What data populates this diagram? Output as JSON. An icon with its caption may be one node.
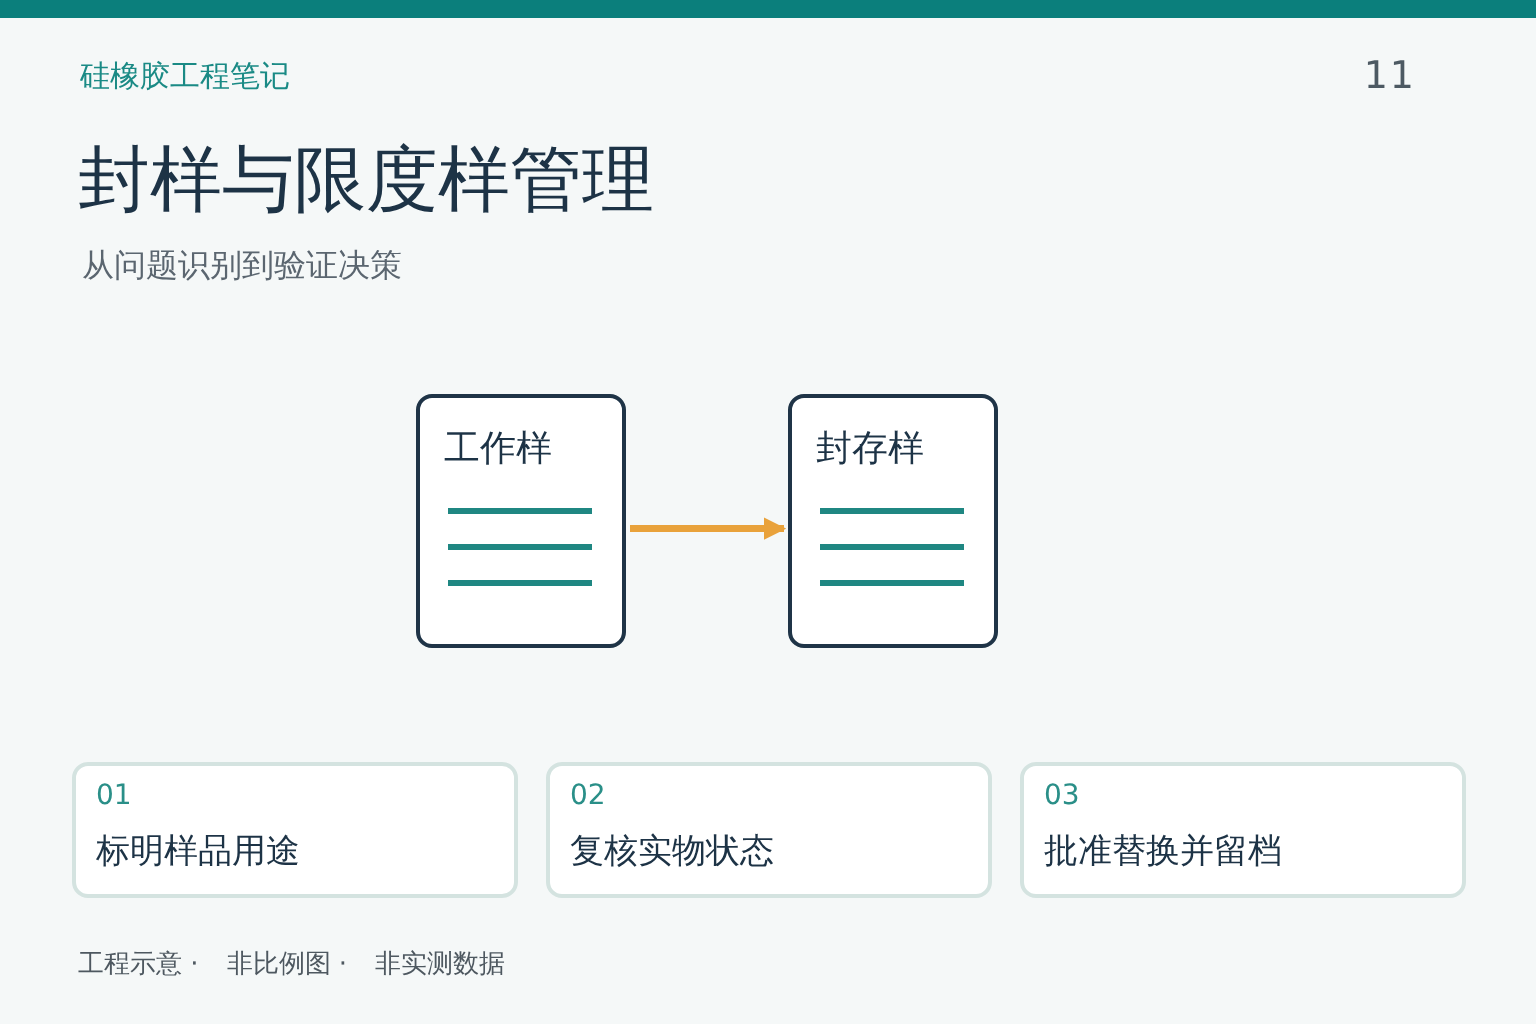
{
  "diagram": {
    "title": "封样与限度样管理",
    "nodes": [
      {
        "text": [
          "工作样"
        ]
      },
      {
        "text": [
          "封存样"
        ]
      },
      {
        "text": [
          "01",
          "标明样品用途"
        ]
      },
      {
        "text": [
          "02",
          "复核实物状态"
        ]
      },
      {
        "text": [
          "03",
          "批准替换并留档"
        ]
      }
    ],
    "edges": [
      {
        "from": 0,
        "to": 1,
        "arrow": "to",
        "color": "#e9a23b"
      }
    ],
    "labels": [
      "硅橡胶工程笔记",
      "11",
      "从问题识别到验证决策",
      "工程示意 ·",
      "非比例图 ·",
      "非实测数据"
    ]
  }
}
